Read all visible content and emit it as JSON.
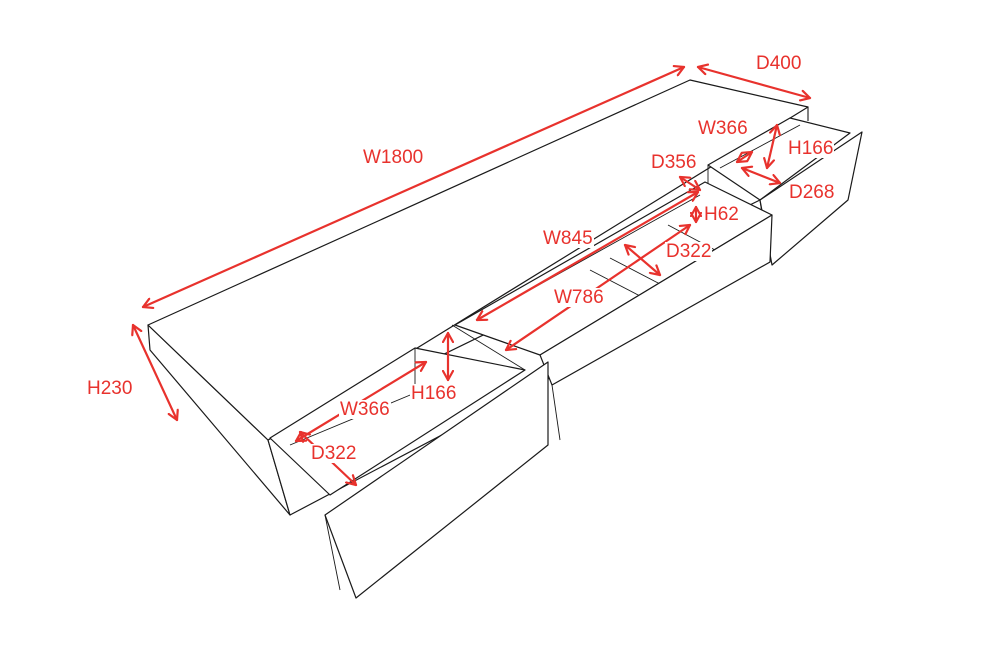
{
  "colors": {
    "dimension": "#e8322d",
    "outline": "#1a1a1a",
    "background": "#ffffff"
  },
  "dimensions": {
    "overall_width": "W1800",
    "overall_depth": "D400",
    "overall_height": "H230",
    "right_drawer_width": "W366",
    "right_drawer_height": "H166",
    "right_drawer_depth": "D268",
    "right_inner_depth": "D356",
    "center_tray_width": "W845",
    "center_tray_height": "H62",
    "center_tray_depth": "D322",
    "center_drawer_width": "W786",
    "left_drawer_width": "W366",
    "left_drawer_height": "H166",
    "left_drawer_depth": "D322"
  }
}
